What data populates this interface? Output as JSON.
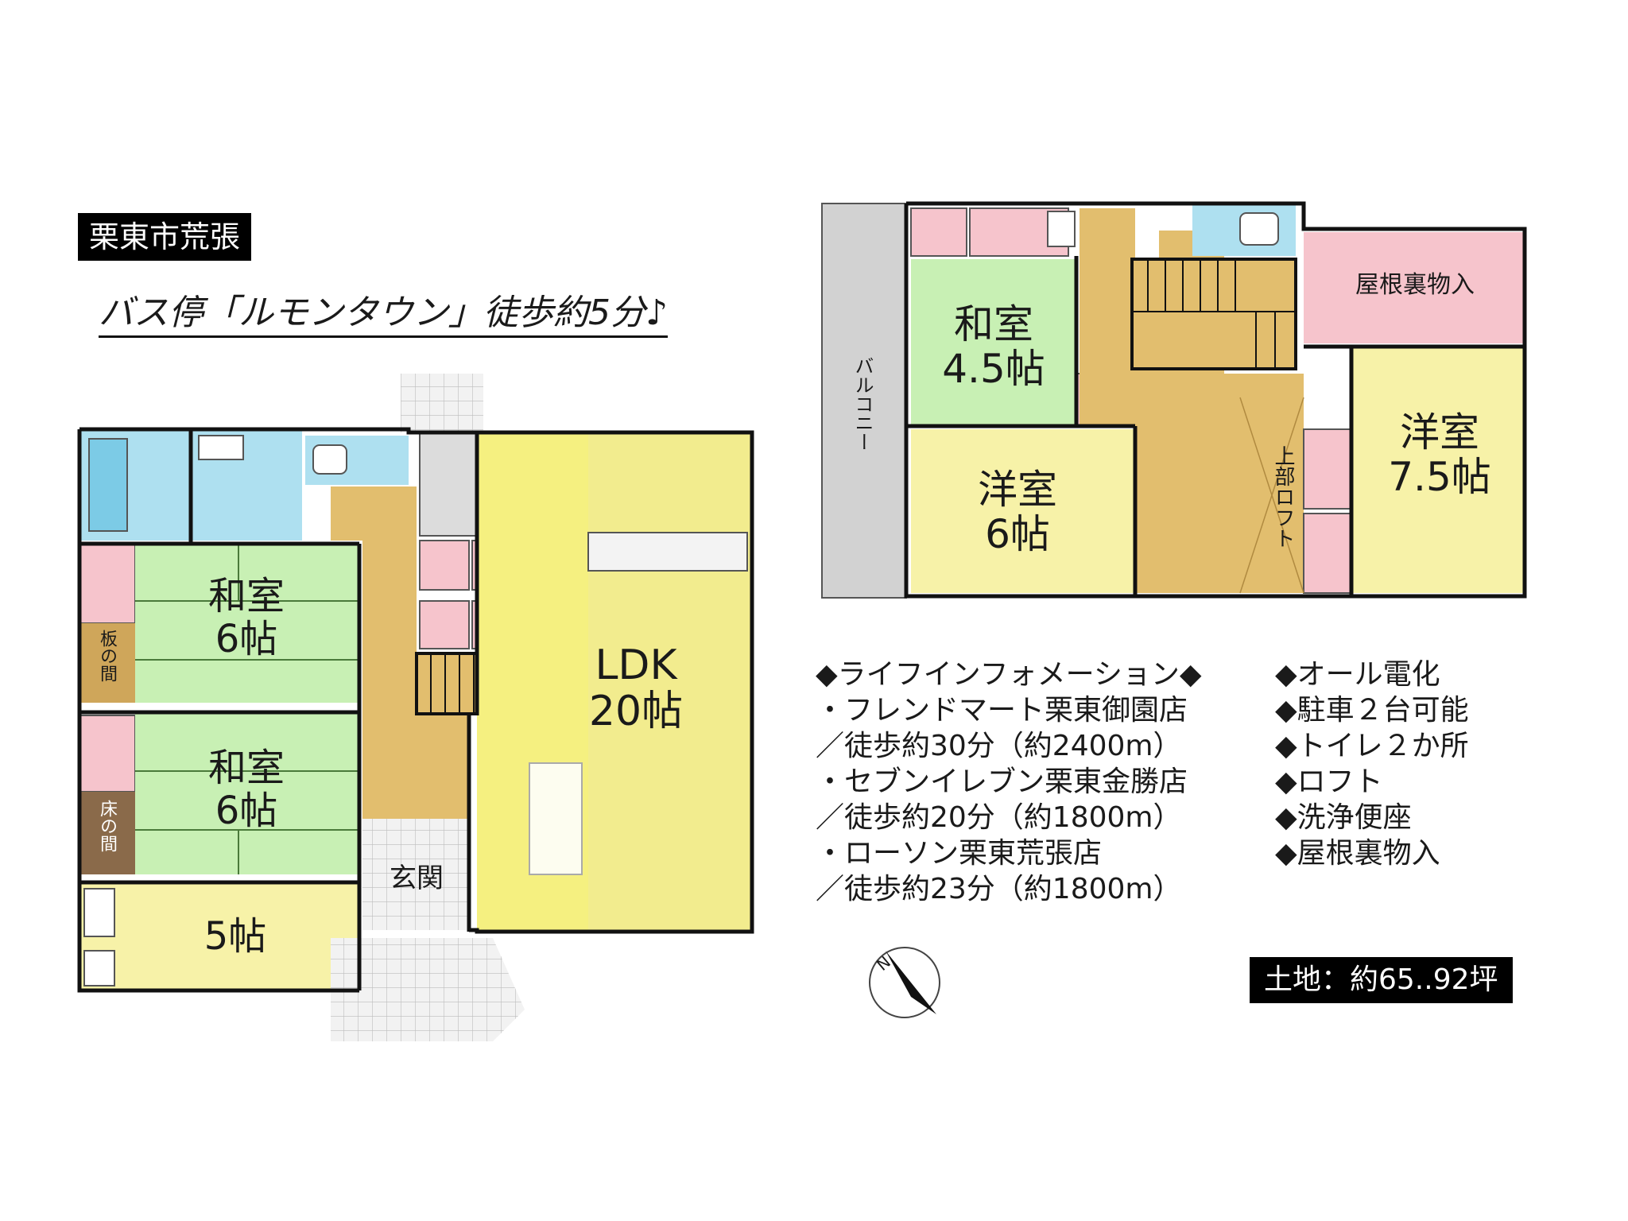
{
  "header": {
    "location": "栗東市荒張",
    "bus_note": "バス停「ルモンタウン」徒歩約5分♪"
  },
  "floor1": {
    "rooms": {
      "washitsu_a": {
        "name": "和室",
        "size": "6帖"
      },
      "washitsu_b": {
        "name": "和室",
        "size": "6帖"
      },
      "itanoma": "板の間",
      "tokonoma": "床の間",
      "kitchen_room": {
        "size": "5帖"
      },
      "entrance": "玄関",
      "ldk": {
        "name": "LDK",
        "size": "20帖"
      }
    }
  },
  "floor2": {
    "rooms": {
      "balcony": "バルコニー",
      "washitsu": {
        "name": "和室",
        "size": "4.5帖"
      },
      "youshitsu_6": {
        "name": "洋室",
        "size": "6帖"
      },
      "youshitsu_75": {
        "name": "洋室",
        "size": "7.5帖"
      },
      "attic": "屋根裏物入",
      "loft": "上部ロフト"
    }
  },
  "life_info": {
    "heading": "◆ライフインフォメーション◆",
    "items": [
      "・フレンドマート栗東御園店",
      "／徒歩約30分（約2400m）",
      "・セブンイレブン栗東金勝店",
      "／徒歩約20分（約1800m）",
      "・ローソン栗東荒張店",
      "／徒歩約23分（約1800m）"
    ]
  },
  "features": [
    "◆オール電化",
    "◆駐車２台可能",
    "◆トイレ２か所",
    "◆ロフト",
    "◆洗浄便座",
    "◆屋根裏物入"
  ],
  "land": "土地：約65..92坪",
  "compass_label": "N",
  "colors": {
    "washitsu": "#c8f0b4",
    "youshitsu": "#f7f2a8",
    "ldk": "#f5f080",
    "kitchen_room": "#f7f2a8",
    "corridor": "#e2be6e",
    "water": "#aee0f0",
    "storage": "#f6c4cc",
    "entrance": "#dcdcdc",
    "balcony": "#d2d2d2",
    "attic": "#f6c4cc",
    "wood": "#cfa65a",
    "tokonoma": "#8a6a4a"
  }
}
